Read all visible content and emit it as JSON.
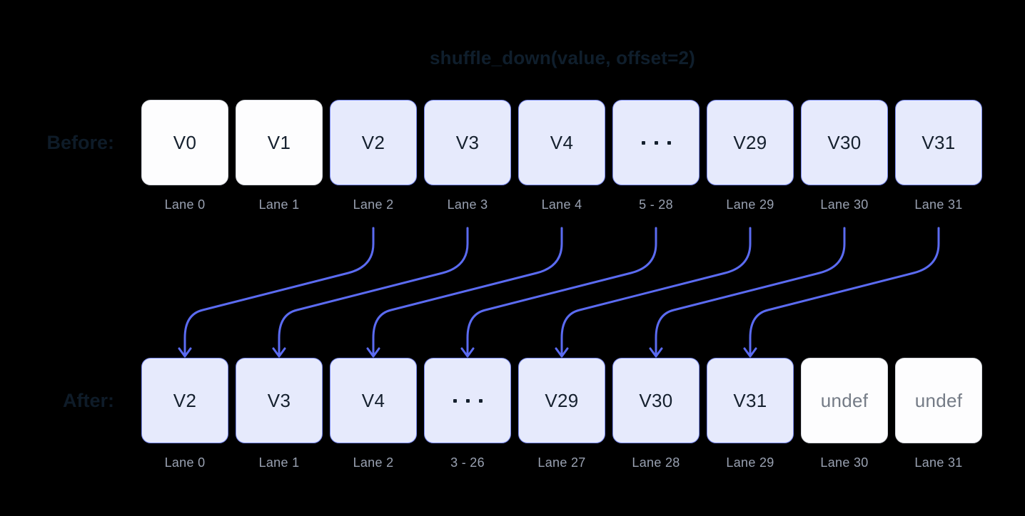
{
  "title": "shuffle_down(value, offset=2)",
  "colors": {
    "background": "#000000",
    "title_text": "#0f1e2c",
    "row_label_text": "#0e1b28",
    "cell_text": "#15202e",
    "undef_text": "#747b86",
    "lane_text": "#99a1b1",
    "highlight_fill": "#e6eafc",
    "highlight_border": "#7c8cf1",
    "plain_fill": "#fdfdfe",
    "plain_border": "#d8dbe2",
    "arrow": "#5b6bf1"
  },
  "before": {
    "label": "Before:",
    "cells": [
      {
        "value": "V0",
        "style": "plain"
      },
      {
        "value": "V1",
        "style": "plain"
      },
      {
        "value": "V2",
        "style": "highlight"
      },
      {
        "value": "V3",
        "style": "highlight"
      },
      {
        "value": "V4",
        "style": "highlight"
      },
      {
        "value": "···",
        "style": "dots"
      },
      {
        "value": "V29",
        "style": "highlight"
      },
      {
        "value": "V30",
        "style": "highlight"
      },
      {
        "value": "V31",
        "style": "highlight"
      }
    ],
    "lanes": [
      "Lane 0",
      "Lane 1",
      "Lane 2",
      "Lane 3",
      "Lane 4",
      "5 - 28",
      "Lane 29",
      "Lane 30",
      "Lane 31"
    ]
  },
  "after": {
    "label": "After:",
    "cells": [
      {
        "value": "V2",
        "style": "highlight"
      },
      {
        "value": "V3",
        "style": "highlight"
      },
      {
        "value": "V4",
        "style": "highlight"
      },
      {
        "value": "···",
        "style": "dots"
      },
      {
        "value": "V29",
        "style": "highlight"
      },
      {
        "value": "V30",
        "style": "highlight"
      },
      {
        "value": "V31",
        "style": "highlight"
      },
      {
        "value": "undef",
        "style": "undef"
      },
      {
        "value": "undef",
        "style": "undef"
      }
    ],
    "lanes": [
      "Lane 0",
      "Lane 1",
      "Lane 2",
      "3 - 26",
      "Lane 27",
      "Lane 28",
      "Lane 29",
      "Lane 30",
      "Lane 31"
    ]
  },
  "arrows": [
    {
      "from_col": 2,
      "to_col": 0
    },
    {
      "from_col": 3,
      "to_col": 1
    },
    {
      "from_col": 4,
      "to_col": 2
    },
    {
      "from_col": 5,
      "to_col": 3
    },
    {
      "from_col": 6,
      "to_col": 4
    },
    {
      "from_col": 7,
      "to_col": 5
    },
    {
      "from_col": 8,
      "to_col": 6
    }
  ]
}
